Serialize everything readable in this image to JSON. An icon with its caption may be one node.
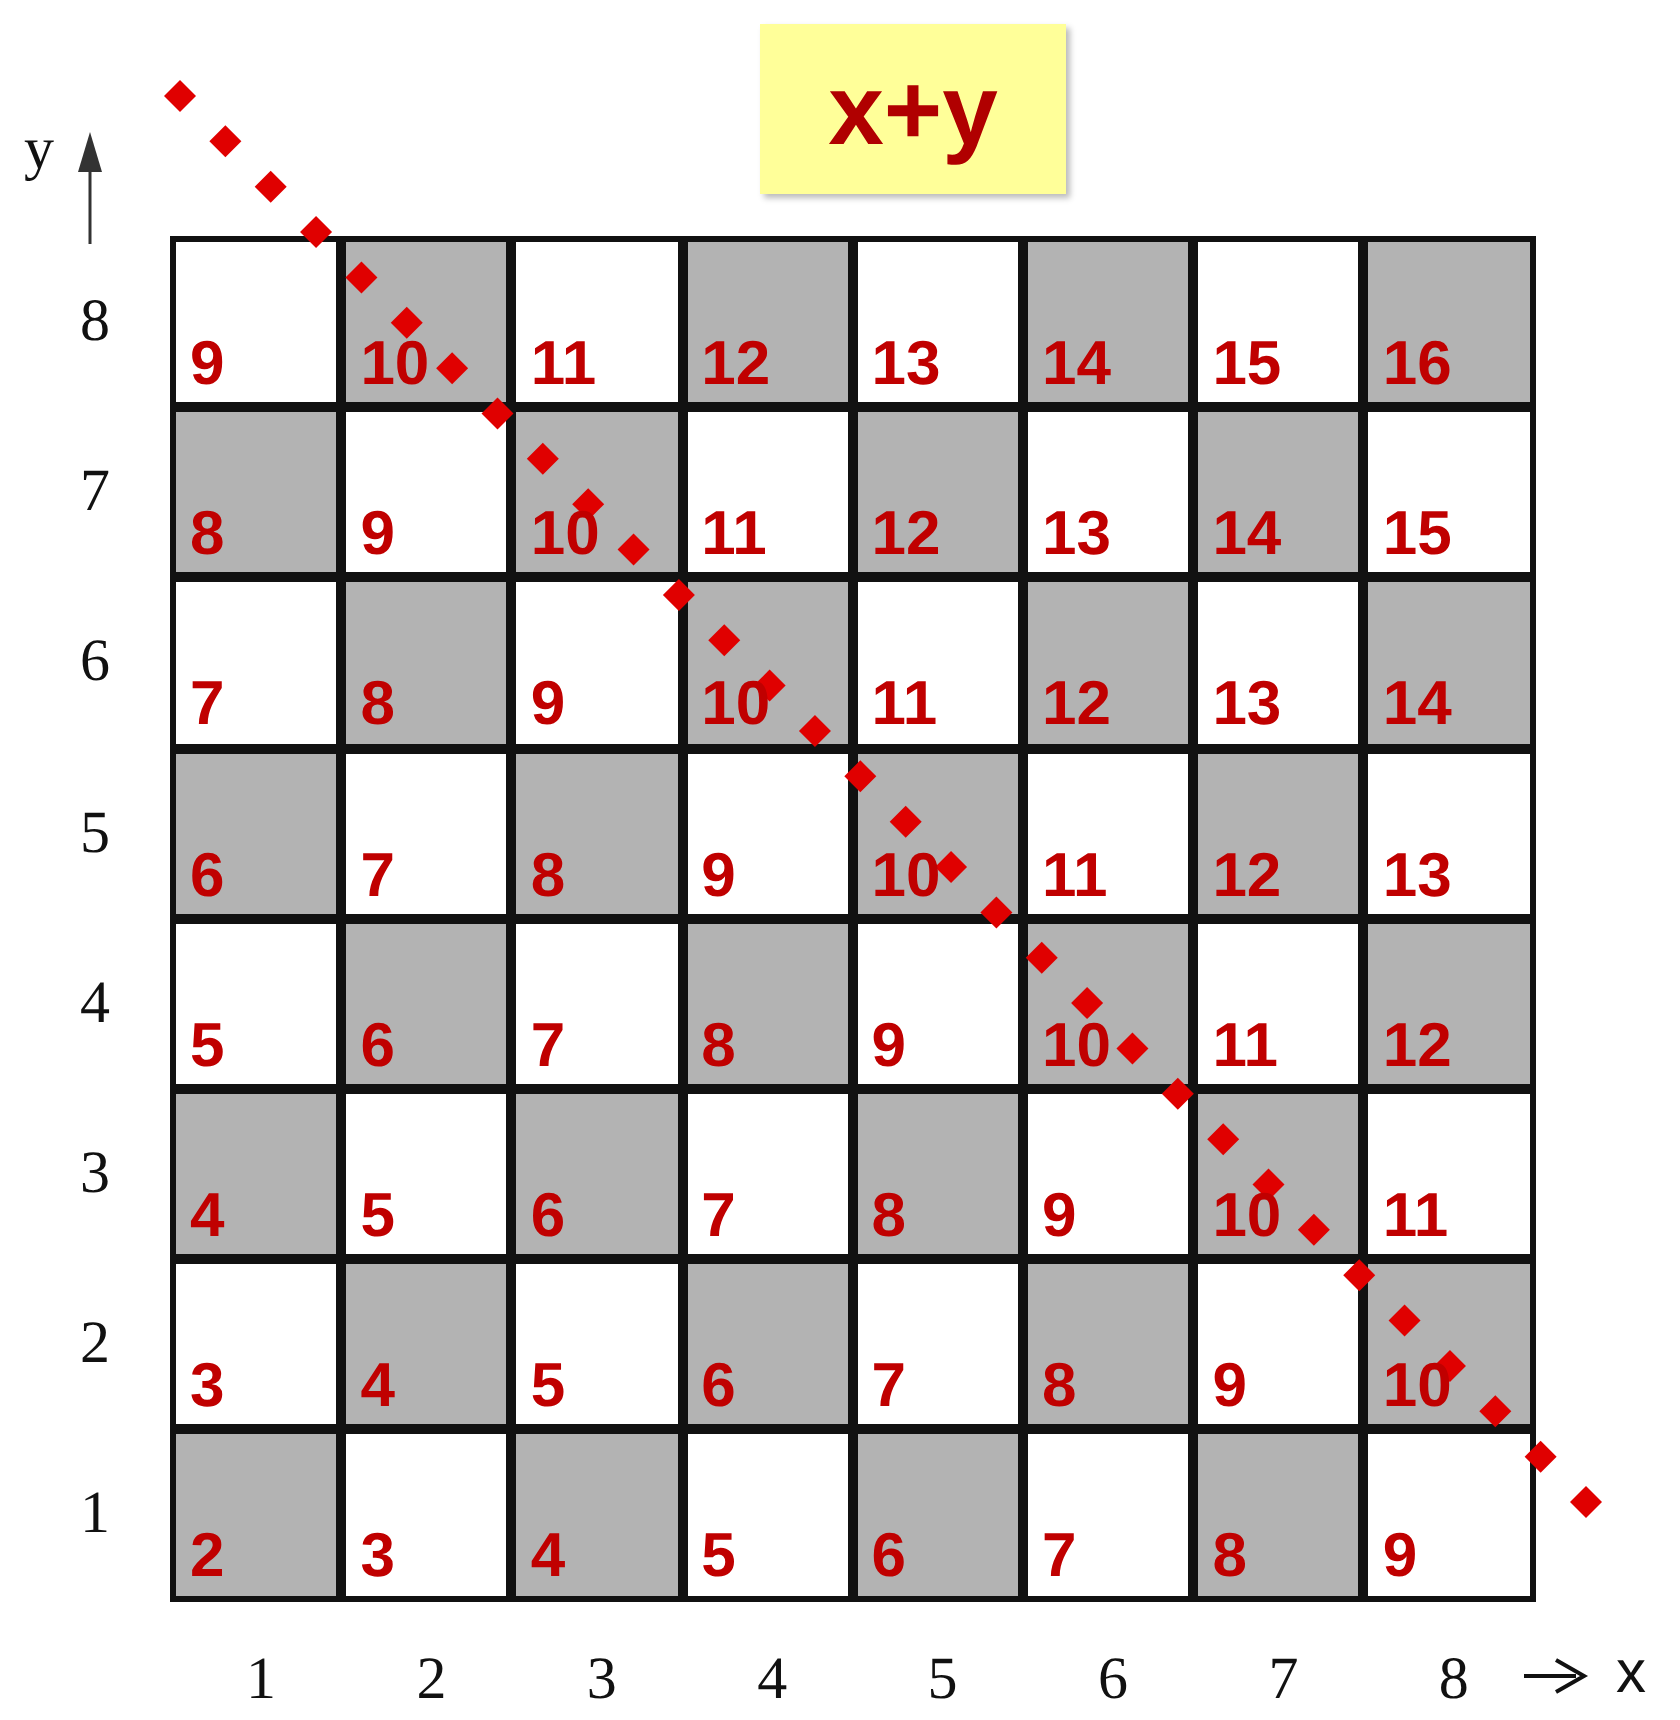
{
  "diagram": {
    "title": "x+y",
    "labels": [
      "y",
      "8",
      "9",
      "10",
      "11",
      "12",
      "13",
      "14",
      "15",
      "16",
      "7",
      "8",
      "9",
      "10",
      "11",
      "12",
      "13",
      "14",
      "15",
      "6",
      "7",
      "8",
      "9",
      "10",
      "11",
      "12",
      "13",
      "14",
      "5",
      "6",
      "7",
      "8",
      "9",
      "10",
      "11",
      "12",
      "13",
      "4",
      "5",
      "6",
      "7",
      "8",
      "9",
      "10",
      "11",
      "12",
      "3",
      "4",
      "5",
      "6",
      "7",
      "8",
      "9",
      "10",
      "11",
      "2",
      "3",
      "4",
      "5",
      "6",
      "7",
      "8",
      "9",
      "10",
      "1",
      "2",
      "3",
      "4",
      "5",
      "6",
      "7",
      "8",
      "9",
      "1",
      "2",
      "3",
      "4",
      "5",
      "6",
      "7",
      "8",
      "x"
    ]
  }
}
